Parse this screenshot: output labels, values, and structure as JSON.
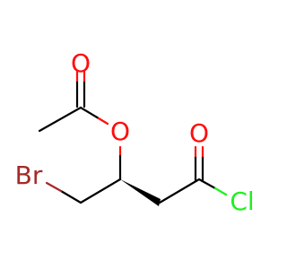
{
  "molecule": {
    "atoms": {
      "o_carbonyl_acetyl": "O",
      "o_ester": "O",
      "br": "Br",
      "o_carbonyl_acid": "O",
      "cl": "Cl"
    },
    "colors": {
      "bond": "#000000",
      "oxygen": "#ff0d0d",
      "bromine": "#a62929",
      "chlorine": "#1ff01f"
    }
  }
}
